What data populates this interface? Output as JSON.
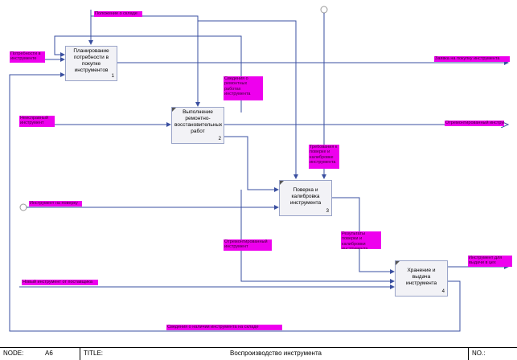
{
  "diagram": {
    "colors": {
      "line": "#3a4fa0",
      "label_bg": "#ee00ee",
      "box_fill": "#f2f2f6"
    },
    "boxes": [
      {
        "id": "b1",
        "text": "Планирование потребности в покупке инструментов",
        "number": "1"
      },
      {
        "id": "b2",
        "text": "Выполнение ремонтно-восстановительных работ",
        "number": "2"
      },
      {
        "id": "b3",
        "text": "Поверка и калибровка инструмента",
        "number": "3"
      },
      {
        "id": "b4",
        "text": "Хранение и выдача инструмента",
        "number": "4"
      }
    ],
    "labels": {
      "top_control": "Положение о складе",
      "left_in_1": "Потребности в инструменте",
      "left_in_2": "Неисправный инструмент",
      "left_in_3": "Инструмент на поверку",
      "left_in_4": "Новый инструмент от поставщика",
      "out_right_1": "Заявка на покупку инструмента",
      "out_right_2": "Отремонтированный инструмент",
      "out_right_4": "Инструмент для выдачи в цех",
      "mid_1": "Сведения о ремонтных работах инструмента",
      "mid_3": "Требования к поверке и калибровке инструмента",
      "mid_4": "Результаты поверки и калибровки инструмента",
      "mid_2": "Отремонтированный инструмент",
      "feedback": "Сведения о наличии инструмента на складе"
    }
  },
  "footer": {
    "node_label": "NODE:",
    "node_value": "A6",
    "title_label": "TITLE:",
    "title_value": "Воспроизводство инструмента",
    "no_label": "NO.:"
  }
}
